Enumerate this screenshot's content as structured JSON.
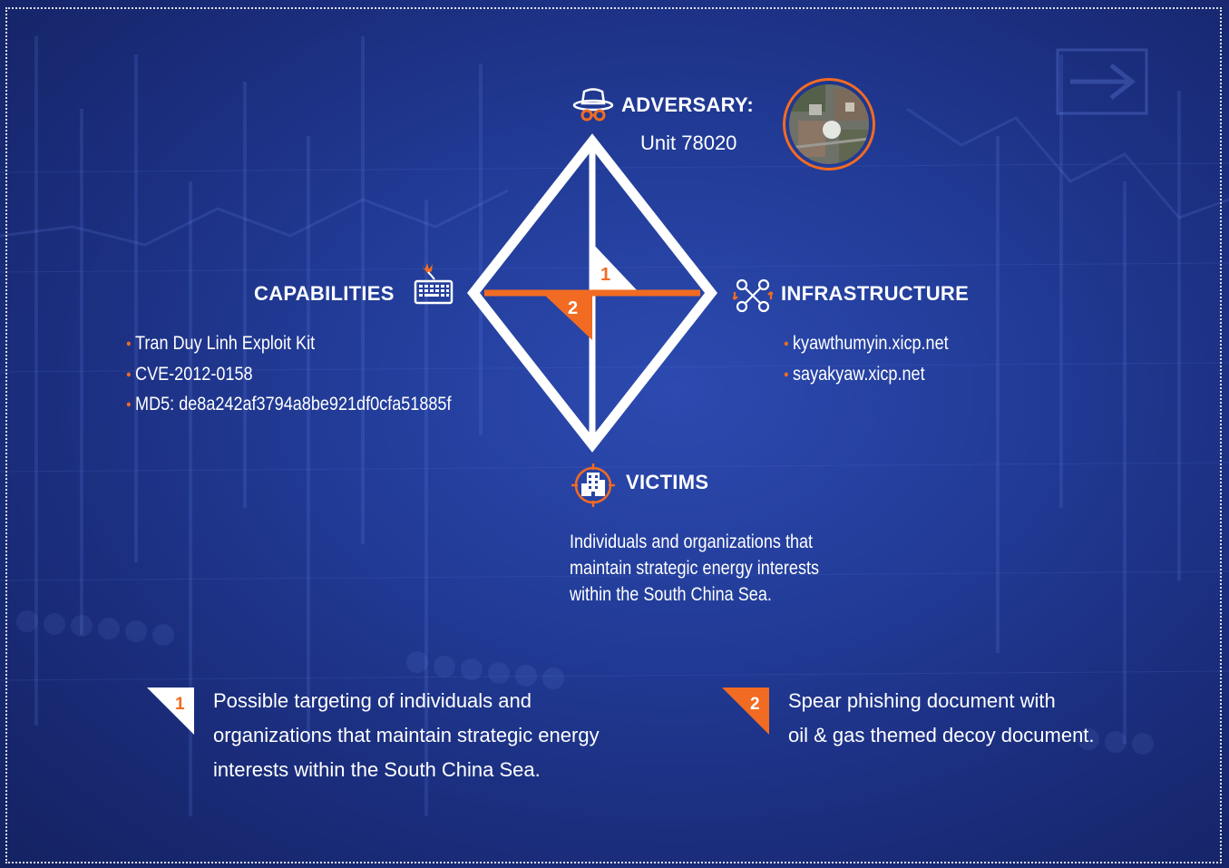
{
  "adversary": {
    "title": "ADVERSARY:",
    "name": "Unit 78020",
    "icon": "spy-hat-icon",
    "photo": "aerial-photo"
  },
  "capabilities": {
    "title": "CAPABILITIES",
    "icon": "keyboard-exploit-icon",
    "items": [
      "Tran Duy Linh Exploit Kit",
      "CVE-2012-0158",
      "MD5: de8a242af3794a8be921df0cfa51885f"
    ]
  },
  "infrastructure": {
    "title": "INFRASTRUCTURE",
    "icon": "network-nodes-icon",
    "items": [
      "kyawthumyin.xicp.net",
      "sayakyaw.xicp.net"
    ]
  },
  "victims": {
    "title": "VICTIMS",
    "icon": "target-building-icon",
    "description_lines": [
      "Individuals and organizations that",
      "maintain strategic energy interests",
      "within the South China Sea."
    ]
  },
  "diamond": {
    "marker_1": "1",
    "marker_2": "2"
  },
  "notes": [
    {
      "number": "1",
      "lines": [
        "Possible targeting of individuals and",
        "organizations that maintain strategic energy",
        "interests within the South China Sea."
      ]
    },
    {
      "number": "2",
      "lines": [
        "Spear phishing document with",
        "oil & gas themed decoy document."
      ]
    }
  ],
  "colors": {
    "accent": "#f26b22",
    "background": "#1f3590",
    "text": "#ffffff"
  }
}
